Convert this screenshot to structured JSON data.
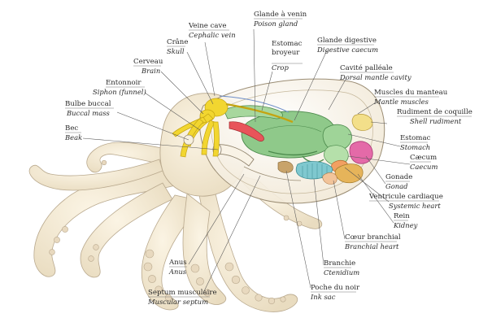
{
  "colors": {
    "skin": "#f4ead6",
    "skin_edge": "#b9a98e",
    "sucker": "#e8d9bf",
    "nerve": "#f2d630",
    "gland": "#8fc98a",
    "gland_edge": "#4c8a4c",
    "heart": "#e46aa8",
    "gill": "#7fc8cf",
    "shell": "#e6b45a",
    "leader": "#555555"
  },
  "labels": [
    {
      "id": "veine-cave",
      "fr": "Veine cave",
      "en": "Cephalic vein"
    },
    {
      "id": "glande-venin",
      "fr": "Glande à venin",
      "en": "Poison gland"
    },
    {
      "id": "crane",
      "fr": "Crâne",
      "en": "Skull"
    },
    {
      "id": "estomac-broyeur",
      "fr": "Estomac\nbroyeur",
      "en": "Crop"
    },
    {
      "id": "glande-digestive",
      "fr": "Glande digestive",
      "en": "Digestive caecum"
    },
    {
      "id": "cerveau",
      "fr": "Cerveau",
      "en": "Brain"
    },
    {
      "id": "cavite-palleale",
      "fr": "Cavité palléale",
      "en": "Dorsal mantle cavity"
    },
    {
      "id": "entonnoir",
      "fr": "Entonnoir",
      "en": "Siphon (funnel)"
    },
    {
      "id": "muscles-manteau",
      "fr": "Muscles du manteau",
      "en": "Mantle muscles"
    },
    {
      "id": "bulbe-buccal",
      "fr": "Bulbe buccal",
      "en": "Buccal mass"
    },
    {
      "id": "rudiment-coquille",
      "fr": "Rudiment de coquille",
      "en": "Shell rudiment"
    },
    {
      "id": "bec",
      "fr": "Bec",
      "en": "Beak"
    },
    {
      "id": "estomac",
      "fr": "Estomac",
      "en": "Stomach"
    },
    {
      "id": "caecum",
      "fr": "Cæcum",
      "en": "Caecum"
    },
    {
      "id": "gonade",
      "fr": "Gonade",
      "en": "Gonad"
    },
    {
      "id": "ventricule",
      "fr": "Ventricule cardiaque",
      "en": "Systemic heart"
    },
    {
      "id": "rein",
      "fr": "Rein",
      "en": "Kidney"
    },
    {
      "id": "coeur-branchial",
      "fr": "Cœur branchial",
      "en": "Branchial heart"
    },
    {
      "id": "anus",
      "fr": "Anus",
      "en": "Anus"
    },
    {
      "id": "branchie",
      "fr": "Branchie",
      "en": "Ctenidium"
    },
    {
      "id": "poche-noir",
      "fr": "Poche du noir",
      "en": "Ink sac"
    },
    {
      "id": "septum",
      "fr": "Septum musculaire",
      "en": "Muscular septum"
    }
  ]
}
